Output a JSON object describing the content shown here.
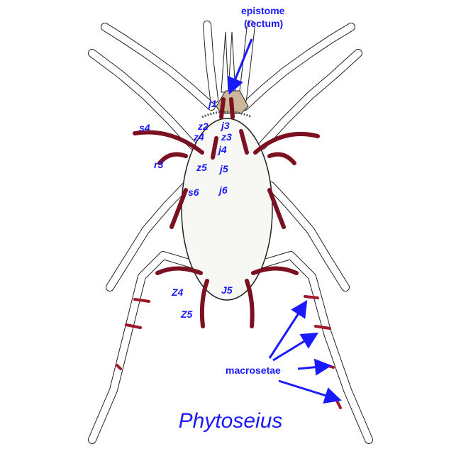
{
  "title": "Phytoseius",
  "labels": {
    "epistome": "epistome",
    "tectum": "(tectum)",
    "j1": "j1",
    "j3": "j3",
    "z2": "z2",
    "z3": "z3",
    "z4": "z4",
    "j4": "j4",
    "s4": "s4",
    "r3": "r3",
    "z5": "z5",
    "j5": "j5",
    "s6": "s6",
    "j6": "j6",
    "Z4": "Z4",
    "Z5": "Z5",
    "J5": "J5",
    "macrosetae": "macrosetae"
  },
  "colors": {
    "label": "#1a1aff",
    "setae": "#7a1020",
    "epistome": "#cdb699"
  }
}
